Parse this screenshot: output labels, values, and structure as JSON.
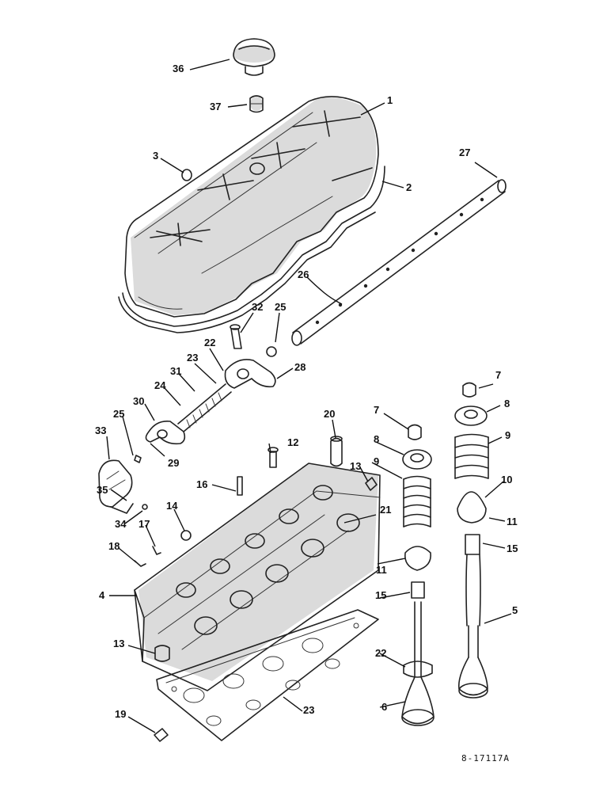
{
  "drawing_code": "8-17117A",
  "callouts": [
    {
      "id": "c36",
      "text": "36"
    },
    {
      "id": "c37",
      "text": "37"
    },
    {
      "id": "c1",
      "text": "1"
    },
    {
      "id": "c3",
      "text": "3"
    },
    {
      "id": "c2",
      "text": "2"
    },
    {
      "id": "c27",
      "text": "27"
    },
    {
      "id": "c26",
      "text": "26"
    },
    {
      "id": "c32",
      "text": "32"
    },
    {
      "id": "c25a",
      "text": "25"
    },
    {
      "id": "c22a",
      "text": "22"
    },
    {
      "id": "c23a",
      "text": "23"
    },
    {
      "id": "c28",
      "text": "28"
    },
    {
      "id": "c31",
      "text": "31"
    },
    {
      "id": "c24",
      "text": "24"
    },
    {
      "id": "c30",
      "text": "30"
    },
    {
      "id": "c7a",
      "text": "7"
    },
    {
      "id": "c8a",
      "text": "8"
    },
    {
      "id": "c9a",
      "text": "9"
    },
    {
      "id": "c10",
      "text": "10"
    },
    {
      "id": "c11a",
      "text": "11"
    },
    {
      "id": "c15a",
      "text": "15"
    },
    {
      "id": "c20",
      "text": "20"
    },
    {
      "id": "c7b",
      "text": "7"
    },
    {
      "id": "c12",
      "text": "12"
    },
    {
      "id": "c33",
      "text": "33"
    },
    {
      "id": "c25b",
      "text": "25"
    },
    {
      "id": "c29",
      "text": "29"
    },
    {
      "id": "c8b",
      "text": "8"
    },
    {
      "id": "c13a",
      "text": "13"
    },
    {
      "id": "c9b",
      "text": "9"
    },
    {
      "id": "c16",
      "text": "16"
    },
    {
      "id": "c21",
      "text": "21"
    },
    {
      "id": "c14",
      "text": "14"
    },
    {
      "id": "c35",
      "text": "35"
    },
    {
      "id": "c34",
      "text": "34"
    },
    {
      "id": "c17",
      "text": "17"
    },
    {
      "id": "c18",
      "text": "18"
    },
    {
      "id": "c11b",
      "text": "11"
    },
    {
      "id": "c4",
      "text": "4"
    },
    {
      "id": "c15b",
      "text": "15"
    },
    {
      "id": "c5",
      "text": "5"
    },
    {
      "id": "c13b",
      "text": "13"
    },
    {
      "id": "c22b",
      "text": "22"
    },
    {
      "id": "c23b",
      "text": "23"
    },
    {
      "id": "c6",
      "text": "6"
    },
    {
      "id": "c19",
      "text": "19"
    }
  ]
}
